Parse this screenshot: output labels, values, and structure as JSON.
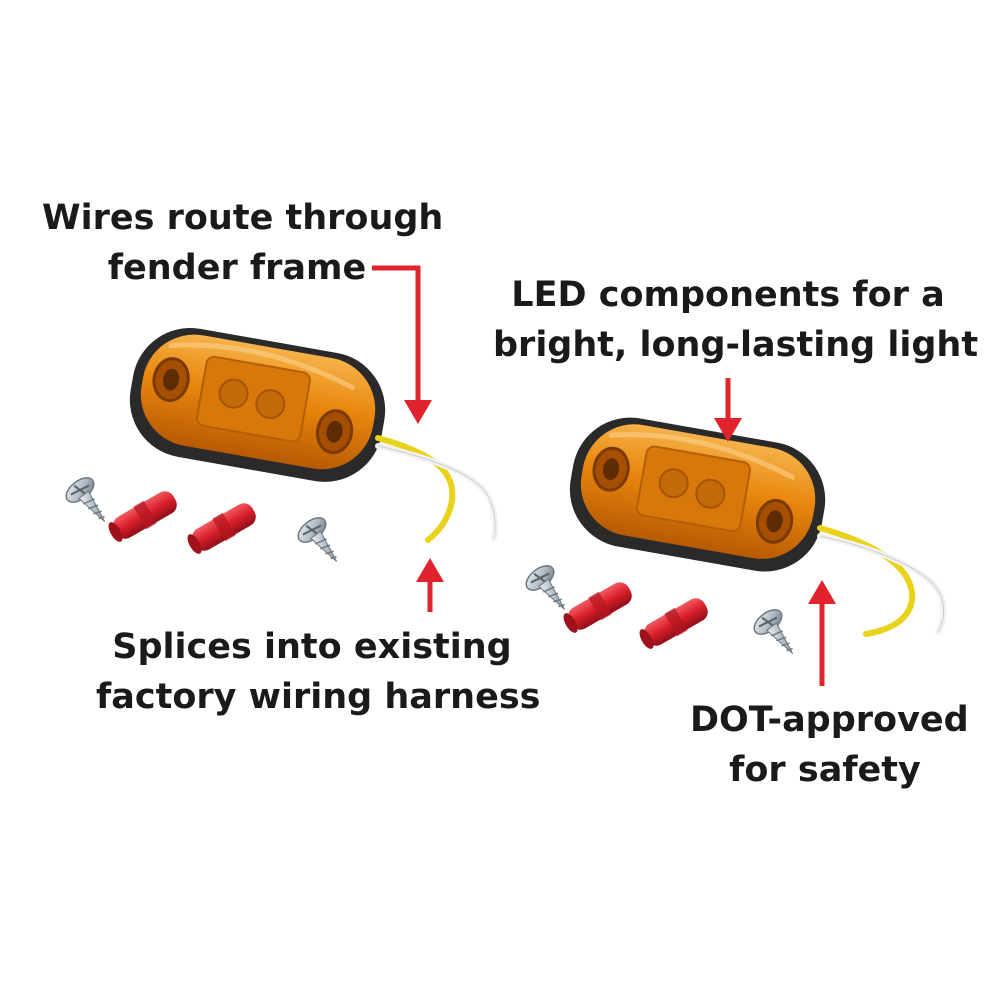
{
  "callouts": {
    "wires_route": {
      "line1": "Wires route through",
      "line2": "fender frame"
    },
    "led_components": {
      "line1": "LED components for a",
      "line2": "bright, long-lasting light"
    },
    "splices": {
      "line1": "Splices into existing",
      "line2": "factory wiring harness"
    },
    "dot_approved": {
      "line1": "DOT-approved",
      "line2": "for safety"
    }
  },
  "colors": {
    "background": "#ffffff",
    "text": "#1a1a1a",
    "arrow": "#e0232c",
    "lens_amber": "#e8860c",
    "gasket": "#2a2a2a",
    "wire_yellow": "#e9d21a",
    "wire_white": "#f2f2f2",
    "connector_red": "#d81e2a",
    "screw_silver": "#b8c0c8"
  }
}
